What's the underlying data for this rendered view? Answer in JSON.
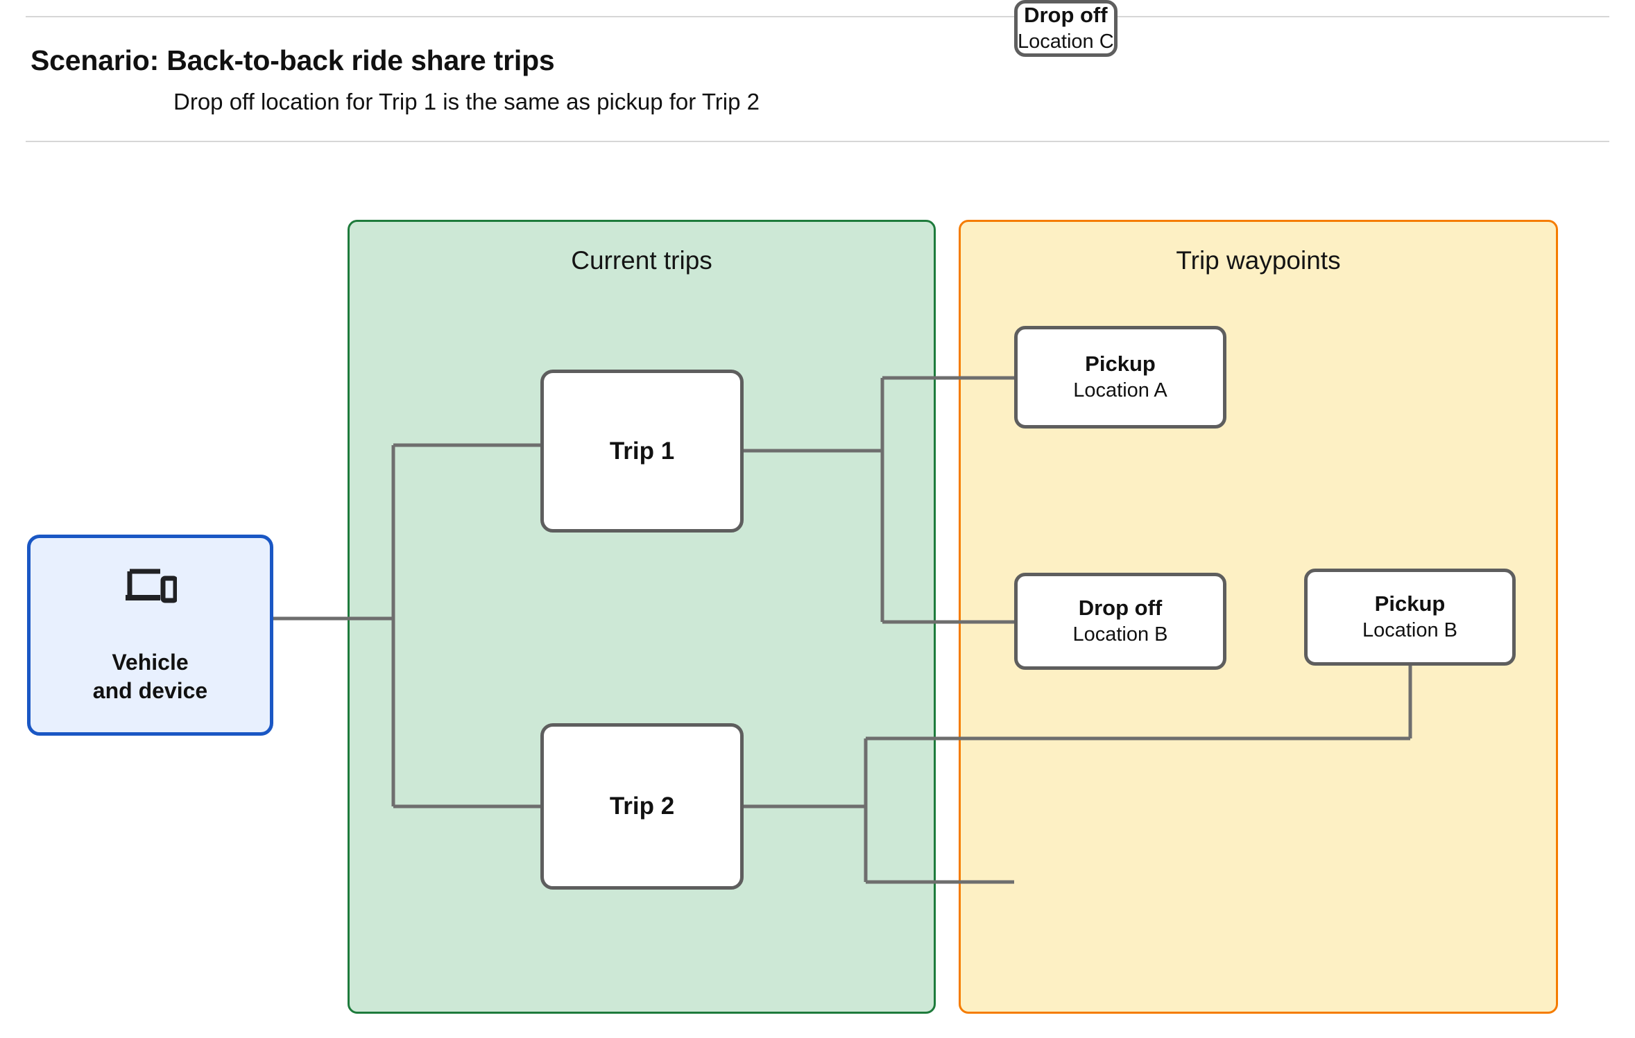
{
  "header": {
    "title": "Scenario: Back-to-back ride share trips",
    "subtitle": "Drop off  location for Trip 1 is the same as pickup for Trip 2"
  },
  "groups": {
    "current_trips": {
      "title": "Current trips",
      "fill": "#cde8d6",
      "border": "#1e7b3c"
    },
    "trip_waypoints": {
      "title": "Trip waypoints",
      "fill": "#fdf0c4",
      "border": "#f57c00"
    }
  },
  "vehicle": {
    "label": "Vehicle\nand device",
    "icon": "devices-icon",
    "fill": "#e8f0fe",
    "border": "#1a57c4"
  },
  "trips": [
    {
      "label": "Trip 1"
    },
    {
      "label": "Trip 2"
    }
  ],
  "waypoints": [
    {
      "title": "Pickup",
      "location": "Location A"
    },
    {
      "title": "Drop off",
      "location": "Location B"
    },
    {
      "title": "Pickup",
      "location": "Location B"
    },
    {
      "title": "Drop off",
      "location": "Location C"
    }
  ],
  "connector_color": "#6e6e6e"
}
